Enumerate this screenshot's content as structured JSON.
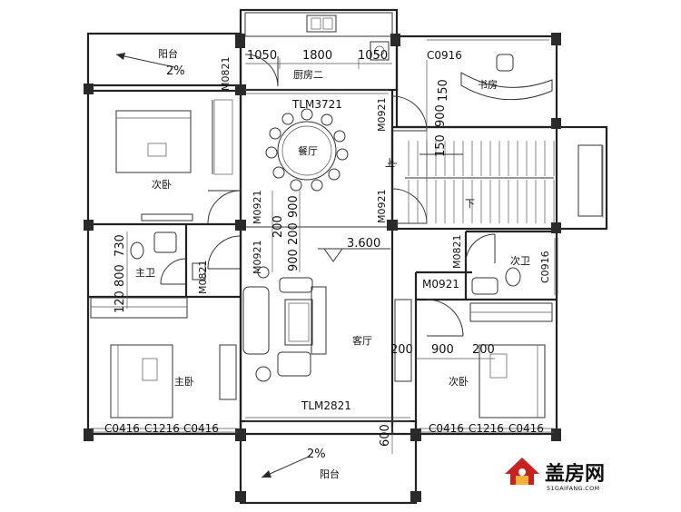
{
  "rooms": {
    "balcony_top": "阳台",
    "balcony_bottom": "阳台",
    "kitchen": "厨房二",
    "study": "书房",
    "dining": "餐厅",
    "bedroom_left": "次卧",
    "master_bath": "主卫",
    "living": "客厅",
    "master_bedroom": "主卧",
    "bath_right": "次卫",
    "bedroom_right": "次卧",
    "stair_up": "上",
    "stair_down": "下"
  },
  "slopes": {
    "top": "2%",
    "bottom": "2%"
  },
  "dimensions": {
    "kitchen_left": "1050",
    "kitchen_mid": "1800",
    "kitchen_right": "1050",
    "dim_150_top": "150",
    "dim_900_study": "900",
    "dim_150_stair": "150",
    "dim_200_a": "200",
    "dim_900_a": "900",
    "dim_200_b": "200",
    "dim_900_b": "900",
    "dim_730": "730",
    "dim_800": "800",
    "dim_120": "120",
    "dim_200_h1": "200",
    "dim_900_h": "900",
    "dim_200_h2": "200",
    "dim_600": "600",
    "elevation": "3.600"
  },
  "codes": {
    "m0821_top": "M0821",
    "c0916_study": "C0916",
    "tlm3721": "TLM3721",
    "m0921_study": "M0921",
    "m0921_dining": "M0921",
    "m0921_stair": "M0921",
    "m0921_living": "M0921",
    "m0821_master": "M0821",
    "m0921_right": "M0921",
    "m0821_right": "M0821",
    "c0916_bath": "C0916",
    "tlm2821": "TLM2821",
    "c0416_l1": "C0416",
    "c1216_l": "C1216",
    "c0416_l2": "C0416",
    "c0416_r1": "C0416",
    "c1216_r": "C1216",
    "c0416_r2": "C0416"
  },
  "logo": {
    "name": "盖房网",
    "url_text": "51GAIFANG.COM",
    "color": "#c8211f",
    "icon": "house-icon"
  }
}
